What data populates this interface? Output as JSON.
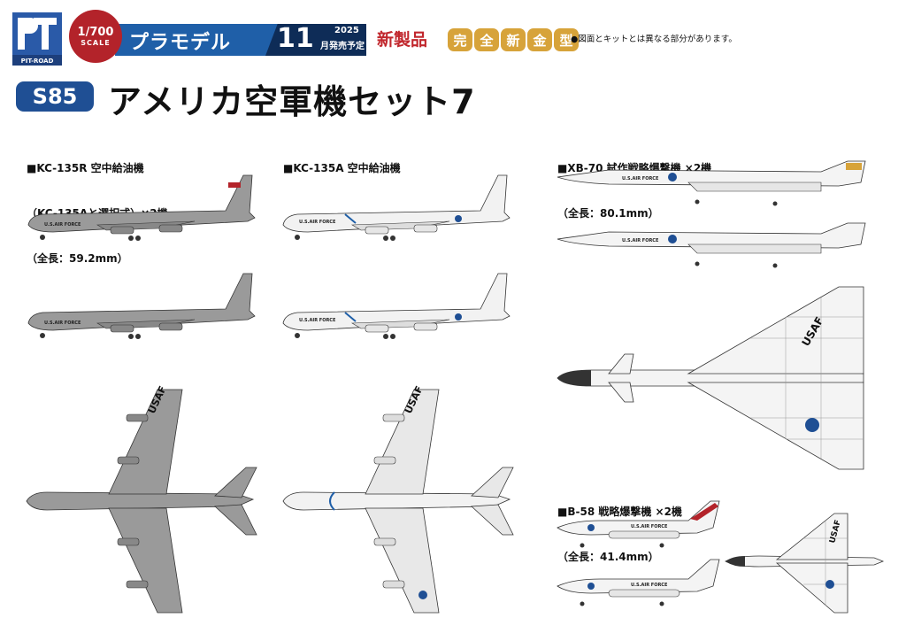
{
  "header": {
    "brand_mark": "PIT-ROAD",
    "scale": "1/700",
    "scale_word": "SCALE",
    "genre": "プラモデル",
    "release_month": "11",
    "release_year": "2025",
    "release_note": "月発売予定",
    "new_product": "新製品",
    "new_mold": [
      "完",
      "全",
      "新",
      "金",
      "型"
    ],
    "notice": "●図面とキットとは異なる部分があります。"
  },
  "product": {
    "code": "S85",
    "title": "アメリカ空軍機セット7"
  },
  "sections": {
    "kc135r": {
      "line1": "■KC-135R 空中給油機",
      "line2": "（KC-135Aと選択式）×2機",
      "line3": "（全長：59.2mm）"
    },
    "kc135a": {
      "line1": "■KC-135A 空中給油機"
    },
    "xb70": {
      "line1": "■XB-70 試作戦略爆撃機 ×2機",
      "line2": "（全長：80.1mm）"
    },
    "b58": {
      "line1": "■B-58 戦略爆撃機 ×2機",
      "line2": "（全長：41.4mm）"
    }
  },
  "markings": {
    "usaf": "USAF",
    "us_air_force": "U.S.AIR FORCE"
  },
  "colors": {
    "red": "#b3232a",
    "blue": "#1f5fa8",
    "navy": "#0e2c57",
    "gold": "#d7a33a",
    "gray": "#9a9a9a",
    "white_aircraft": "#f2f2f2"
  }
}
